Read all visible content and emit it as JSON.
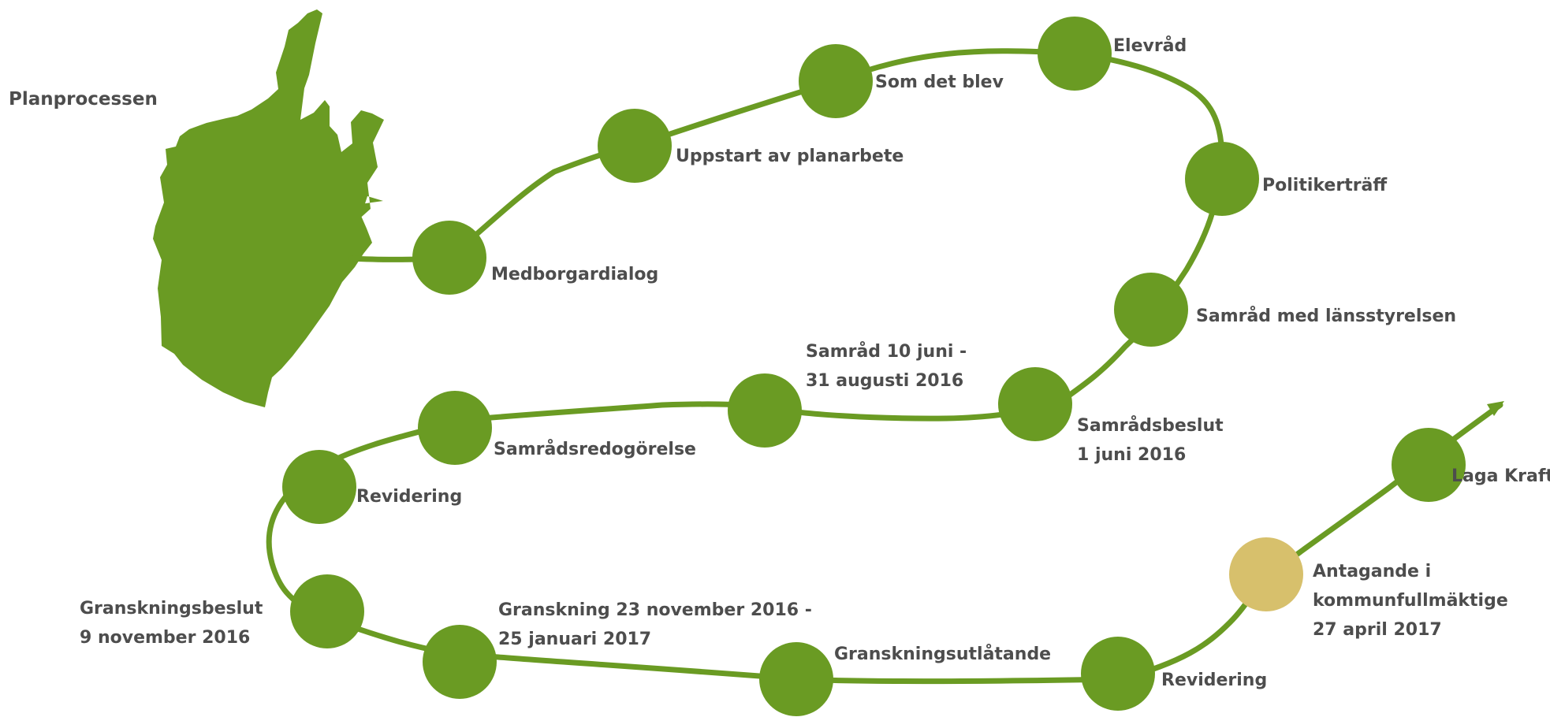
{
  "title": "Planprocessen",
  "colors": {
    "path": "#6a9b23",
    "node": "#6a9b23",
    "current_node": "#d7c06c",
    "region": "#6a9b23",
    "text": "#4d4d4d"
  },
  "steps": [
    {
      "id": "medborgardialog",
      "lines": [
        "Medborgardialog"
      ]
    },
    {
      "id": "uppstart",
      "lines": [
        "Uppstart av planarbete"
      ]
    },
    {
      "id": "som-det-blev",
      "lines": [
        "Som det blev"
      ]
    },
    {
      "id": "elevrad",
      "lines": [
        "Elevråd"
      ]
    },
    {
      "id": "politikertraff",
      "lines": [
        "Politikerträff"
      ]
    },
    {
      "id": "samrad-lansstyrelsen",
      "lines": [
        "Samråd med länsstyrelsen"
      ]
    },
    {
      "id": "samradsbeslut",
      "lines": [
        "Samrådsbeslut",
        "1 juni 2016"
      ]
    },
    {
      "id": "samrad",
      "lines": [
        "Samråd 10 juni -",
        "31 augusti 2016"
      ]
    },
    {
      "id": "samradsredogorelse",
      "lines": [
        "Samrådsredogörelse"
      ]
    },
    {
      "id": "revidering-1",
      "lines": [
        "Revidering"
      ]
    },
    {
      "id": "granskningsbeslut",
      "lines": [
        "Granskningsbeslut",
        "9 november 2016"
      ]
    },
    {
      "id": "granskning",
      "lines": [
        "Granskning 23 november 2016 -",
        "25 januari 2017"
      ]
    },
    {
      "id": "granskningsutlatande",
      "lines": [
        "Granskningsutlåtande"
      ]
    },
    {
      "id": "revidering-2",
      "lines": [
        "Revidering"
      ]
    },
    {
      "id": "antagande",
      "lines": [
        "Antagande i",
        "kommunfullmäktige",
        "27 april 2017"
      ],
      "current": true
    },
    {
      "id": "laga-kraft",
      "lines": [
        "Laga Kraft"
      ]
    }
  ]
}
